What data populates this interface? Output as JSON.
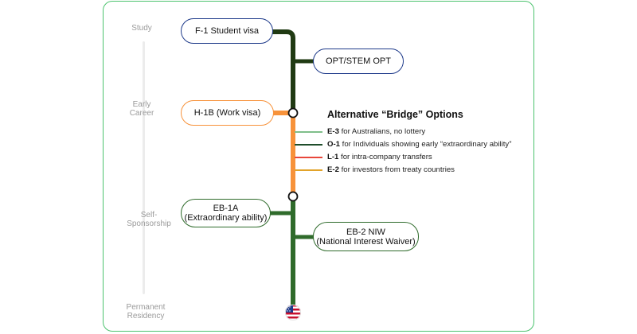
{
  "stages": [
    {
      "lines": [
        "Study"
      ]
    },
    {
      "lines": [
        "Early",
        "Career"
      ]
    },
    {
      "lines": [
        "Self-",
        "Sponsorship"
      ]
    },
    {
      "lines": [
        "Permanent",
        "Residency"
      ]
    }
  ],
  "nodes": {
    "f1": {
      "lines": [
        "F-1 Student visa"
      ]
    },
    "opt": {
      "lines": [
        "OPT/STEM OPT"
      ]
    },
    "h1b": {
      "lines": [
        "H-1B (Work visa)"
      ]
    },
    "eb1a": {
      "lines": [
        "EB-1A",
        "(Extraordinary ability)"
      ]
    },
    "eb2": {
      "lines": [
        "EB-2 NIW",
        "(National Interest Waiver)"
      ]
    }
  },
  "bridge": {
    "title": "Alternative “Bridge” Options",
    "options": [
      {
        "code": "E-3",
        "text": " for Australians, no lottery",
        "color": "#7fbf8a"
      },
      {
        "code": "O-1",
        "text": " for Individuals showing early “extraordinary ability”",
        "color": "#1f4d2b"
      },
      {
        "code": "L-1",
        "text": " for intra-company transfers",
        "color": "#e8473a"
      },
      {
        "code": "E-2",
        "text": " for investors from treaty countries",
        "color": "#e2a32a"
      }
    ]
  },
  "colors": {
    "dark_path": "#203a13",
    "orange_path": "#f7923a",
    "green_path": "#2f6b2b",
    "frame": "#4cc36e",
    "stage_text": "#9a9a9a"
  },
  "icons": {
    "flag": "us-flag-icon"
  }
}
